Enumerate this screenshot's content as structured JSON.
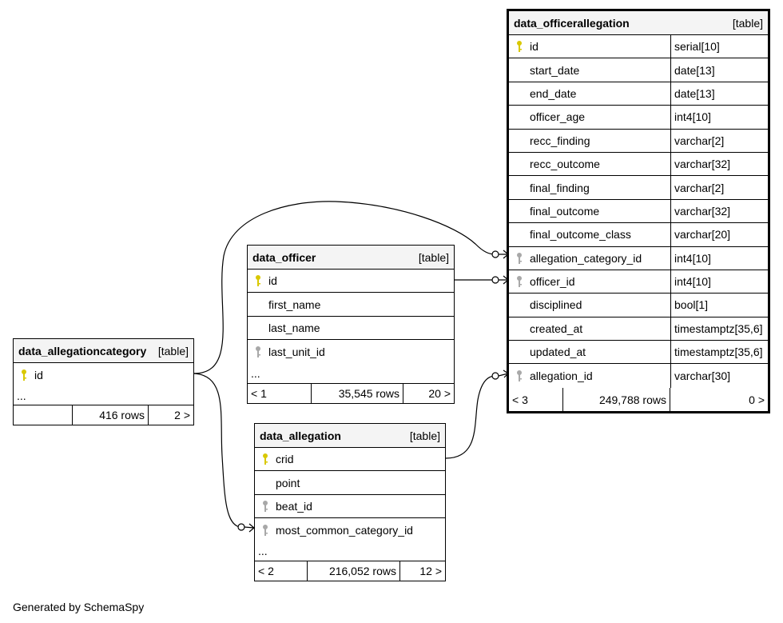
{
  "tables": {
    "officerallegation": {
      "name": "data_officerallegation",
      "type": "[table]",
      "columns": [
        {
          "name": "id",
          "type": "serial[10]",
          "key": "primary"
        },
        {
          "name": "start_date",
          "type": "date[13]",
          "key": ""
        },
        {
          "name": "end_date",
          "type": "date[13]",
          "key": ""
        },
        {
          "name": "officer_age",
          "type": "int4[10]",
          "key": ""
        },
        {
          "name": "recc_finding",
          "type": "varchar[2]",
          "key": ""
        },
        {
          "name": "recc_outcome",
          "type": "varchar[32]",
          "key": ""
        },
        {
          "name": "final_finding",
          "type": "varchar[2]",
          "key": ""
        },
        {
          "name": "final_outcome",
          "type": "varchar[32]",
          "key": ""
        },
        {
          "name": "final_outcome_class",
          "type": "varchar[20]",
          "key": ""
        },
        {
          "name": "allegation_category_id",
          "type": "int4[10]",
          "key": "foreign"
        },
        {
          "name": "officer_id",
          "type": "int4[10]",
          "key": "foreign"
        },
        {
          "name": "disciplined",
          "type": "bool[1]",
          "key": ""
        },
        {
          "name": "created_at",
          "type": "timestamptz[35,6]",
          "key": ""
        },
        {
          "name": "updated_at",
          "type": "timestamptz[35,6]",
          "key": ""
        },
        {
          "name": "allegation_id",
          "type": "varchar[30]",
          "key": "foreign"
        }
      ],
      "footer": {
        "parents": "< 3",
        "rows": "249,788 rows",
        "children": "0 >"
      }
    },
    "officer": {
      "name": "data_officer",
      "type": "[table]",
      "columns": [
        {
          "name": "id",
          "key": "primary"
        },
        {
          "name": "first_name",
          "key": ""
        },
        {
          "name": "last_name",
          "key": ""
        },
        {
          "name": "last_unit_id",
          "key": "foreign"
        }
      ],
      "ellipsis": "...",
      "footer": {
        "parents": "< 1",
        "rows": "35,545 rows",
        "children": "20 >"
      }
    },
    "allegationcategory": {
      "name": "data_allegationcategory",
      "type": "[table]",
      "columns": [
        {
          "name": "id",
          "key": "primary"
        }
      ],
      "ellipsis": "...",
      "footer": {
        "parents": "",
        "rows": "416 rows",
        "children": "2 >"
      }
    },
    "allegation": {
      "name": "data_allegation",
      "type": "[table]",
      "columns": [
        {
          "name": "crid",
          "key": "primary"
        },
        {
          "name": "point",
          "key": ""
        },
        {
          "name": "beat_id",
          "key": "foreign"
        },
        {
          "name": "most_common_category_id",
          "key": "foreign"
        }
      ],
      "ellipsis": "...",
      "footer": {
        "parents": "< 2",
        "rows": "216,052 rows",
        "children": "12 >"
      }
    }
  },
  "colors": {
    "primary_key": "#d9c800",
    "foreign_key": "#a8a8a8",
    "header_bg": "#f4f4f4",
    "line": "#000000"
  },
  "credit": "Generated by SchemaSpy"
}
